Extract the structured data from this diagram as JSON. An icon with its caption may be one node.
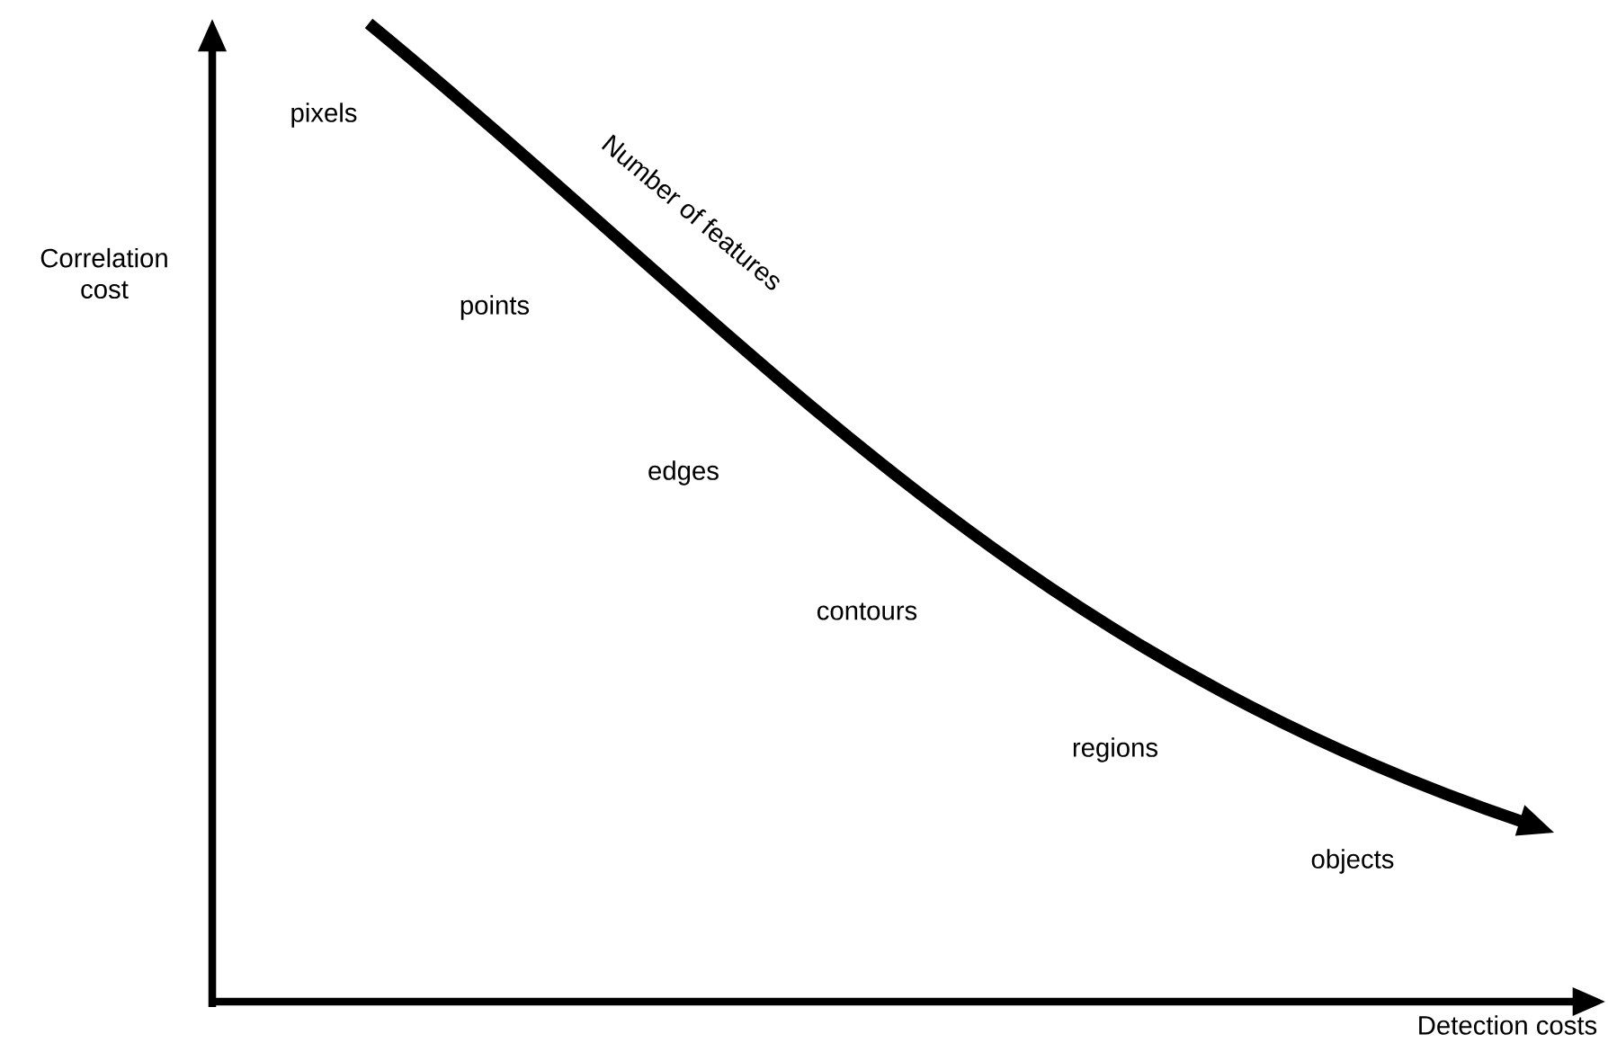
{
  "diagram": {
    "labels": [
      "Correlation cost",
      "pixels",
      "Number of features",
      "points",
      "edges",
      "contours",
      "regions",
      "objects",
      "Detection costs"
    ]
  }
}
